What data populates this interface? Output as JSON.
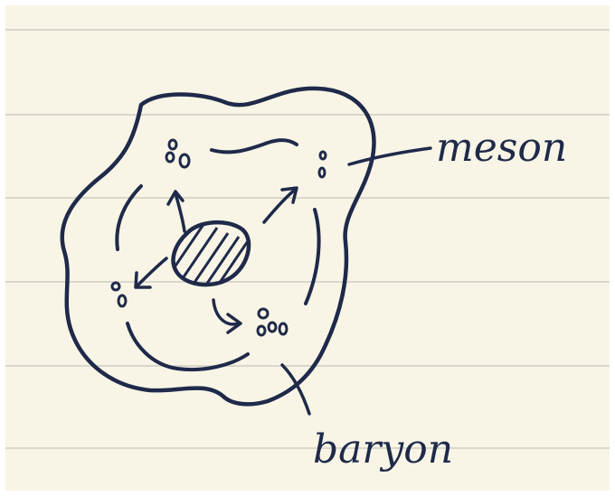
{
  "colors": {
    "paper": "#f8f5e6",
    "rule_line": "#d9d7cc",
    "ink": "#1f2a4a"
  },
  "labels": {
    "meson": "meson",
    "baryon": "baryon"
  },
  "icons": {
    "nucleus": "hatched-oval",
    "particles": "small-circles",
    "arrows": "curved-arrows"
  }
}
